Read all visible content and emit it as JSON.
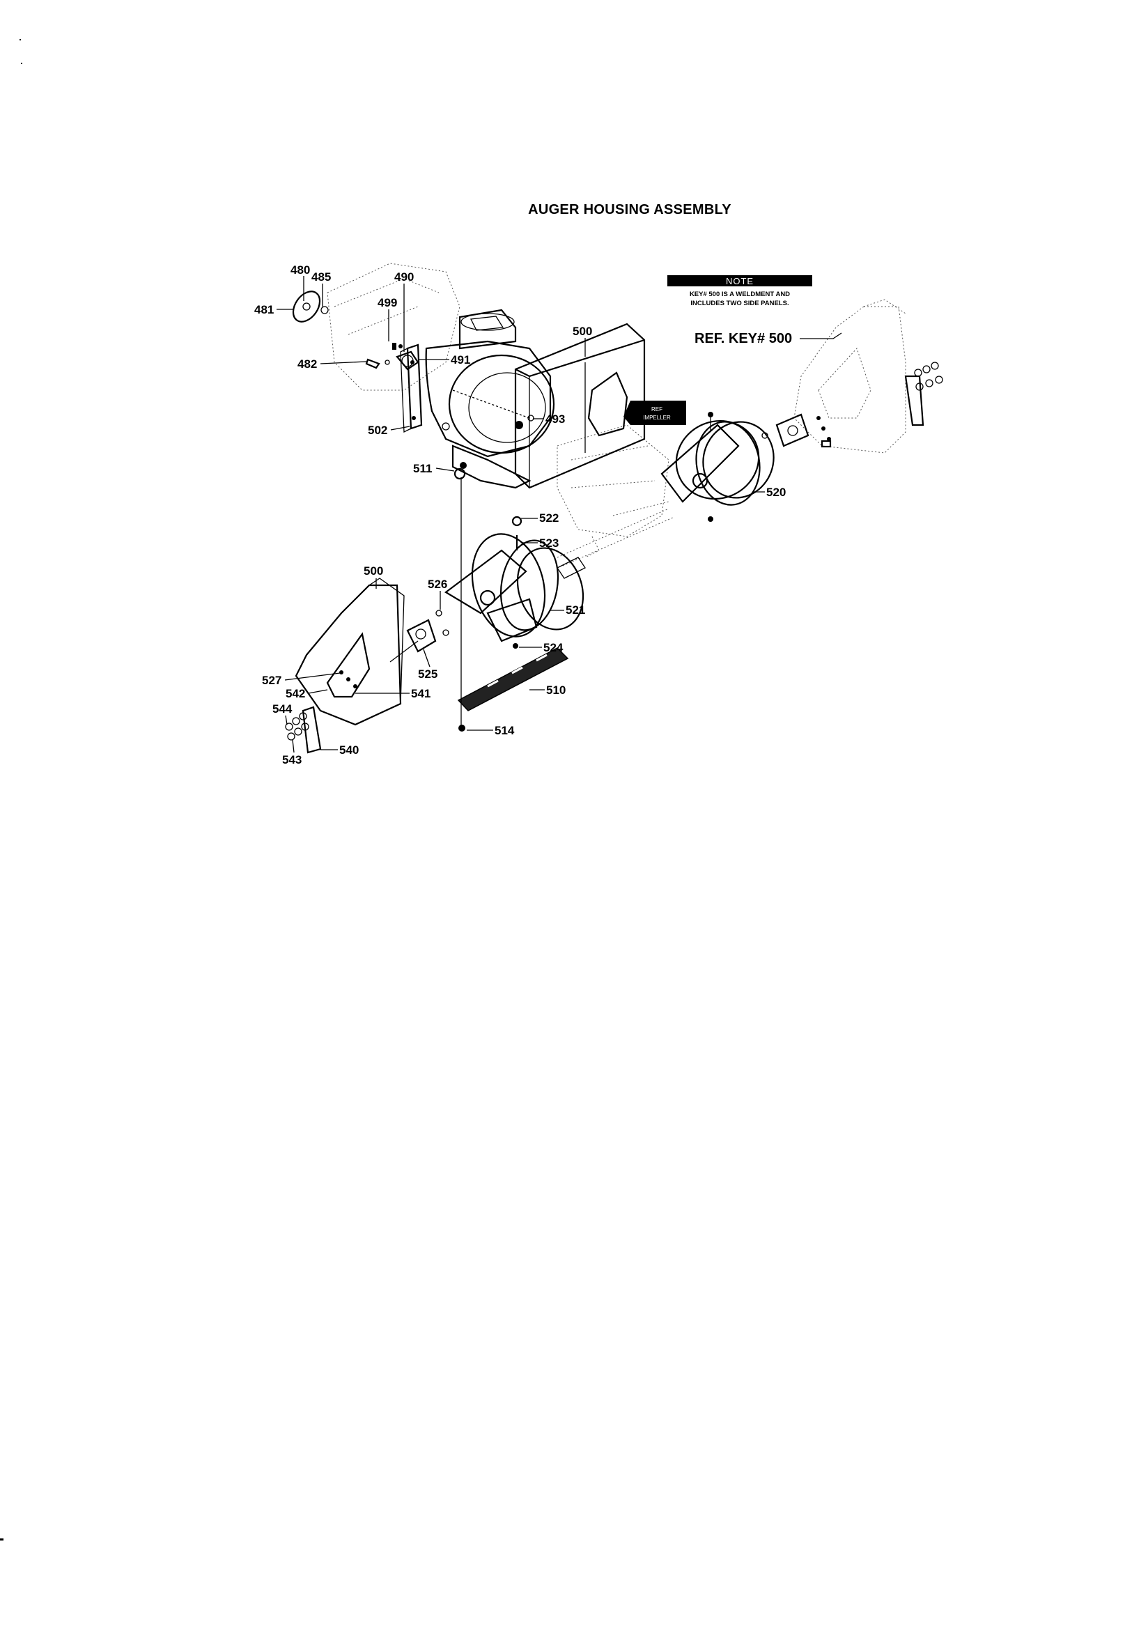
{
  "title": "AUGER HOUSING ASSEMBLY",
  "note": {
    "heading": "NOTE",
    "lines": [
      "KEY# 500 IS A WELDMENT AND",
      "INCLUDES TWO SIDE PANELS."
    ]
  },
  "ref_key_label": "REF. KEY# 500",
  "impeller_ref": [
    "REF",
    "IMPELLER"
  ],
  "callouts": {
    "c480": "480",
    "c485": "485",
    "c490": "490",
    "c481": "481",
    "c499": "499",
    "c482": "482",
    "c491": "491",
    "c500_top": "500",
    "c493": "493",
    "c502": "502",
    "c511": "511",
    "c520": "520",
    "c522": "522",
    "c523": "523",
    "c500_side": "500",
    "c526": "526",
    "c521": "521",
    "c524": "524",
    "c525": "525",
    "c527": "527",
    "c542": "542",
    "c541": "541",
    "c510": "510",
    "c544": "544",
    "c540": "540",
    "c514": "514",
    "c543": "543"
  }
}
